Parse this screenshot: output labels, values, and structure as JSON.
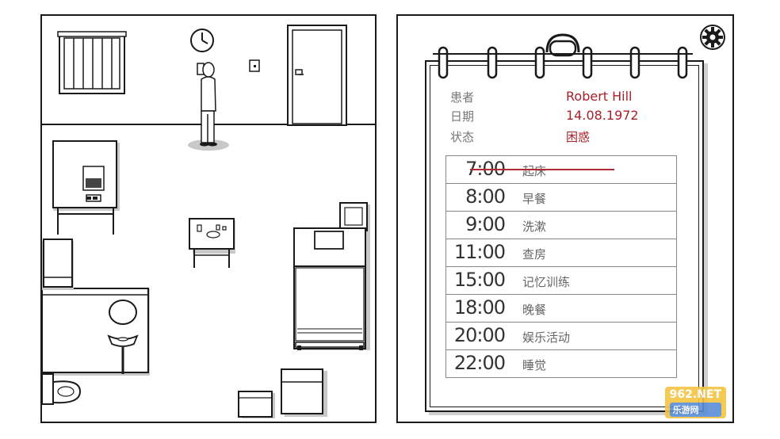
{
  "patient": {
    "name_label": "患者",
    "name_value": "Robert Hill",
    "date_label": "日期",
    "date_value": "14.08.1972",
    "status_label": "状态",
    "status_value": "困惑"
  },
  "schedule": [
    {
      "time": "7:00",
      "task": "起床",
      "done": true
    },
    {
      "time": "8:00",
      "task": "早餐",
      "done": false
    },
    {
      "time": "9:00",
      "task": "洗漱",
      "done": false
    },
    {
      "time": "11:00",
      "task": "查房",
      "done": false
    },
    {
      "time": "15:00",
      "task": "记忆训练",
      "done": false
    },
    {
      "time": "18:00",
      "task": "晚餐",
      "done": false
    },
    {
      "time": "20:00",
      "task": "娱乐活动",
      "done": false
    },
    {
      "time": "22:00",
      "task": "睡觉",
      "done": false
    }
  ],
  "watermark": {
    "main": "962.NET",
    "sub": "乐游网"
  },
  "colors": {
    "ink": "#1a1a1a",
    "accent_red": "#a8202a",
    "shadow": "#c8c8c8"
  }
}
